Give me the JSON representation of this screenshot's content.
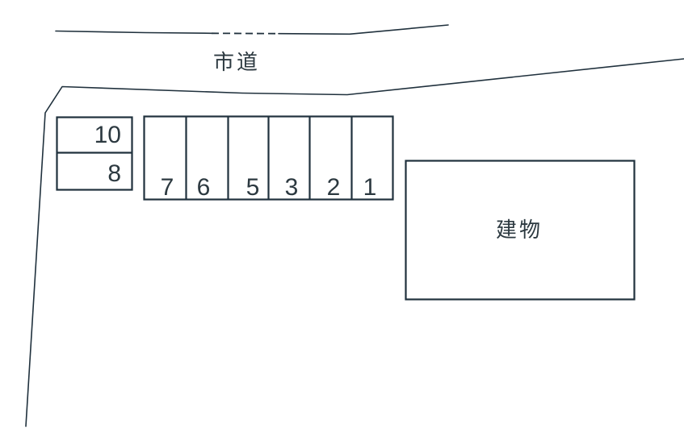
{
  "diagram": {
    "road": {
      "label": "市道"
    },
    "building": {
      "label": "建物"
    },
    "parking": {
      "block_spaces": [
        {
          "label": "10"
        },
        {
          "label": "8"
        }
      ],
      "row_spaces": [
        {
          "label": "7"
        },
        {
          "label": "6"
        },
        {
          "label": "5"
        },
        {
          "label": "3"
        },
        {
          "label": "2"
        },
        {
          "label": "1"
        }
      ]
    },
    "colors": {
      "line": "#20313d",
      "ink": "#2c3940",
      "background": "#ffffff"
    }
  }
}
